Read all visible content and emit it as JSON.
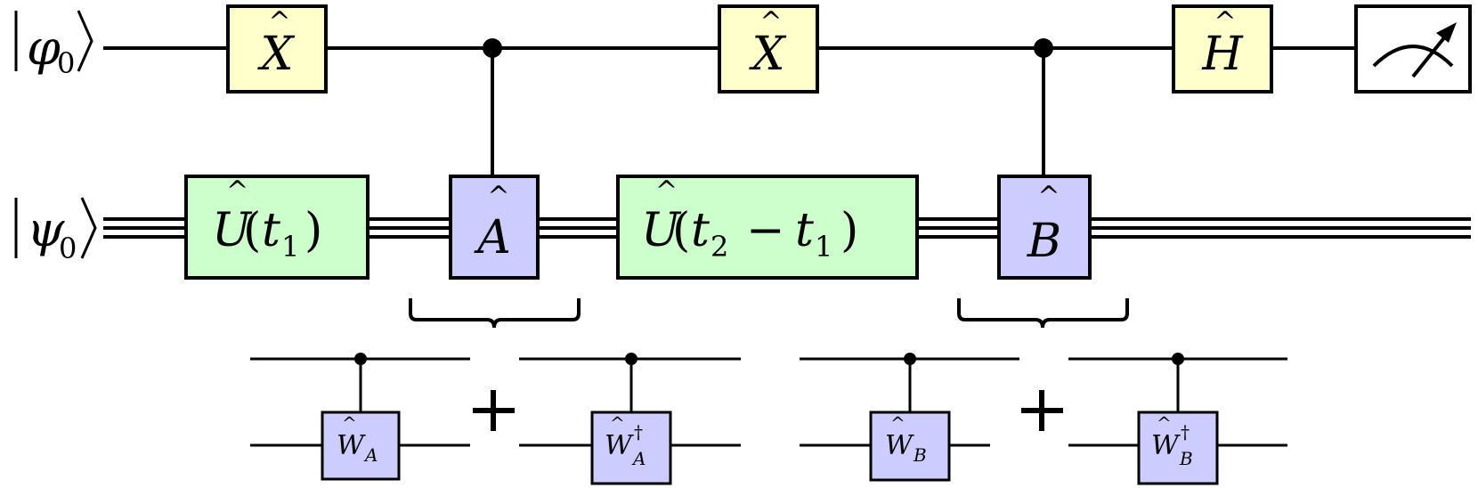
{
  "diagram": {
    "qubits": {
      "control_state": "|ϕ₀⟩",
      "target_state": "|ψ₀⟩"
    },
    "top_gates": {
      "x_gate_1": "X̂",
      "x_gate_2": "X̂",
      "h_gate": "Ĥ",
      "measurement": "meter-icon"
    },
    "bottom_gates": {
      "u1": "Û(t₁)",
      "a_gate": "Â",
      "u2": "Û(t₂ − t₁)",
      "b_gate": "B̂"
    },
    "expansions": {
      "a": {
        "left_gate": "Ŵ_A",
        "plus": "+",
        "right_gate": "Ŵ†_A"
      },
      "b": {
        "left_gate": "Ŵ_B",
        "plus": "+",
        "right_gate": "Ŵ†_B"
      }
    },
    "colors": {
      "pauli_gate": "#ffffcc",
      "evolution_gate": "#ccffcc",
      "operator_gate": "#ccccff",
      "measurement_box": "#ffffff"
    }
  }
}
